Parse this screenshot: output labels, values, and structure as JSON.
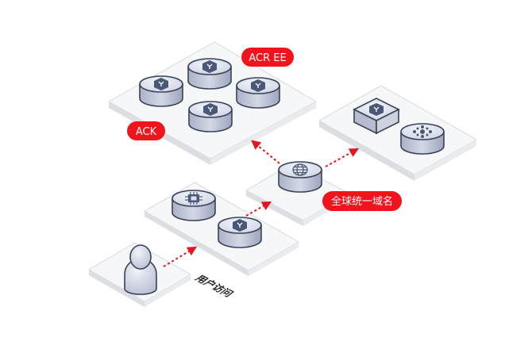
{
  "labels": {
    "acr_ee": "ACR EE",
    "ack": "ACK",
    "global_domain": "全球统一域名",
    "user_access": "用户访问"
  },
  "colors": {
    "tag_red": "#f1141d",
    "arrow_red": "#e8141e",
    "platform_top": "#f5f6f8",
    "platform_side": "#d9dbe0",
    "node_top": "#e2e6f1",
    "node_side": "#c3c9da",
    "hex_icon": "#4a5878",
    "outline": "#3b4256"
  },
  "icons": {
    "hex_node": "hexagon-y-icon",
    "cpu_node": "cpu-chip-icon",
    "globe_node": "globe-icon",
    "network_node": "network-dots-icon",
    "user_figure": "user-figure-icon"
  }
}
